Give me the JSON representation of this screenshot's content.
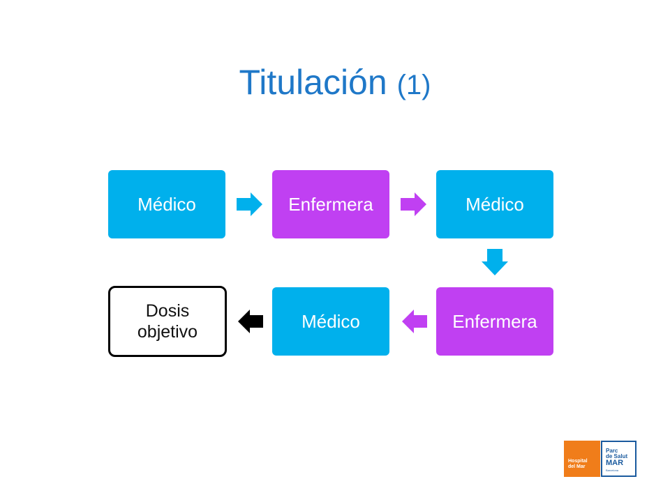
{
  "slide": {
    "title": "Titulación",
    "title_suffix": "(1)"
  },
  "flow": {
    "nodes": [
      {
        "label": "Médico",
        "color": "#00b0ec"
      },
      {
        "label": "Enfermera",
        "color": "#c040f2"
      },
      {
        "label": "Médico",
        "color": "#00b0ec"
      },
      {
        "label": "Enfermera",
        "color": "#c040f2"
      },
      {
        "label": "Médico",
        "color": "#00b0ec"
      },
      {
        "label_line1": "Dosis",
        "label_line2": "objetivo",
        "color": "#ffffff",
        "border": "#000000"
      }
    ],
    "arrow_colors": [
      "#00b0ec",
      "#c040f2",
      "#00b0ec",
      "#c040f2",
      "#000000"
    ]
  },
  "logos": {
    "hospital_line1": "Hospital",
    "hospital_line2": "del Mar",
    "parc_line1": "Parc",
    "parc_line2": "de Salut",
    "parc_line3": "MAR",
    "parc_line4": "Barcelona",
    "hospital_color": "#f07d1a",
    "parc_color": "#1a5a9e"
  }
}
